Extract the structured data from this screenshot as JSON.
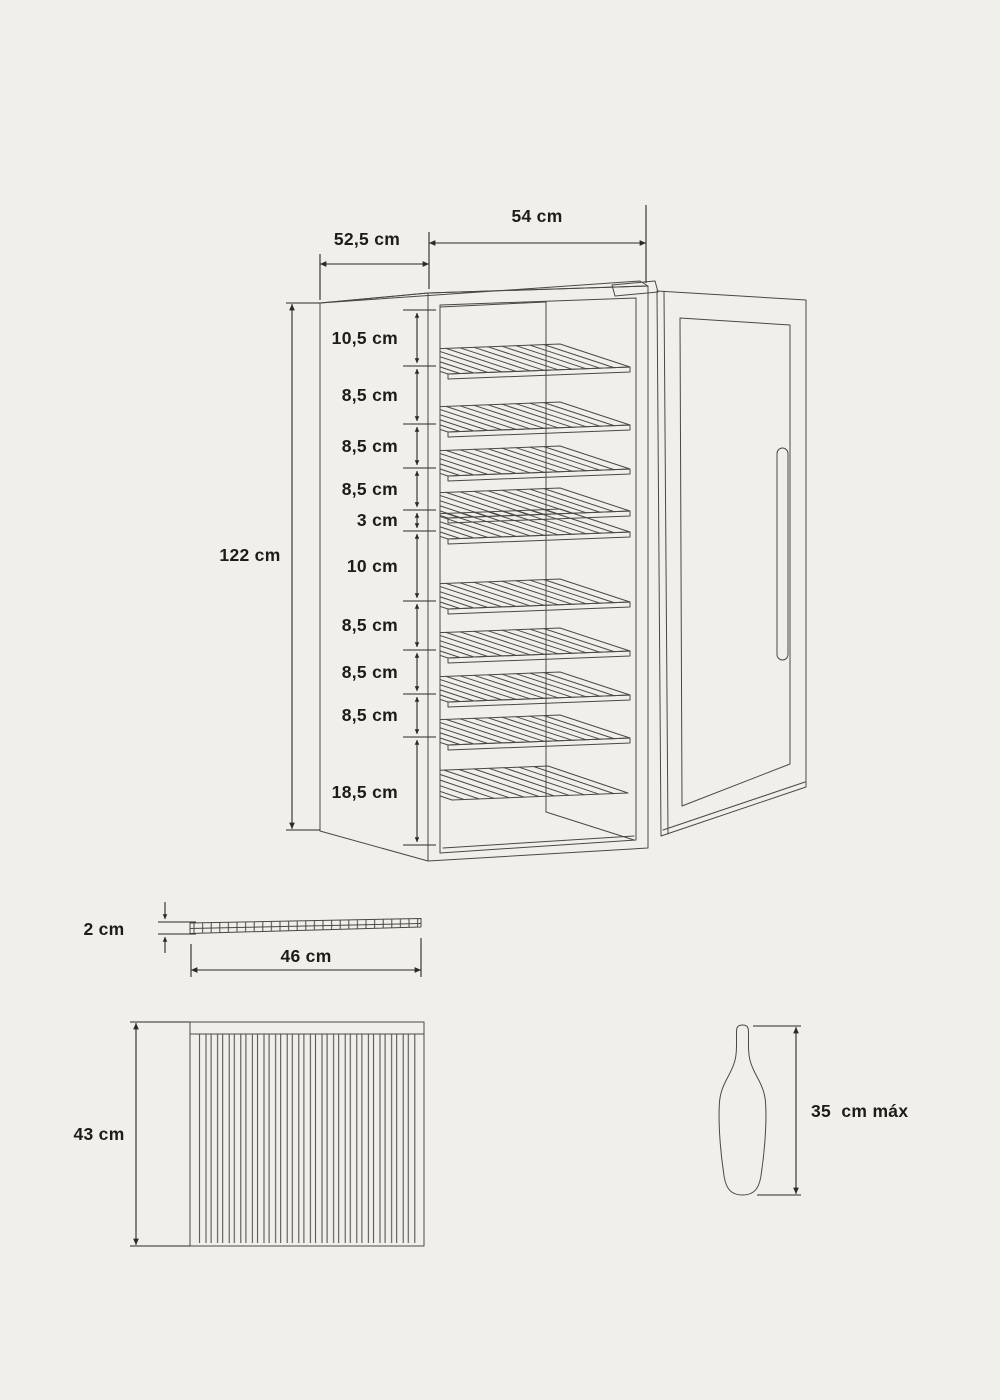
{
  "colors": {
    "background": "#f1efea",
    "drawing_line": "#4a4843",
    "dimension_line": "#2b2a27",
    "text": "#1d1c19"
  },
  "cabinet_diagram": {
    "width_label": "54 cm",
    "depth_label": "52,5 cm",
    "height_label": "122 cm",
    "shelf_gap_labels": [
      "10,5 cm",
      "8,5 cm",
      "8,5 cm",
      "8,5 cm",
      "3 cm",
      "10 cm",
      "8,5 cm",
      "8,5 cm",
      "8,5 cm",
      "18,5 cm"
    ]
  },
  "shelf_diagram": {
    "thickness_label": "2 cm",
    "width_label": "46 cm",
    "depth_label": "43 cm"
  },
  "bottle_diagram": {
    "max_height_label": "35  cm máx"
  }
}
